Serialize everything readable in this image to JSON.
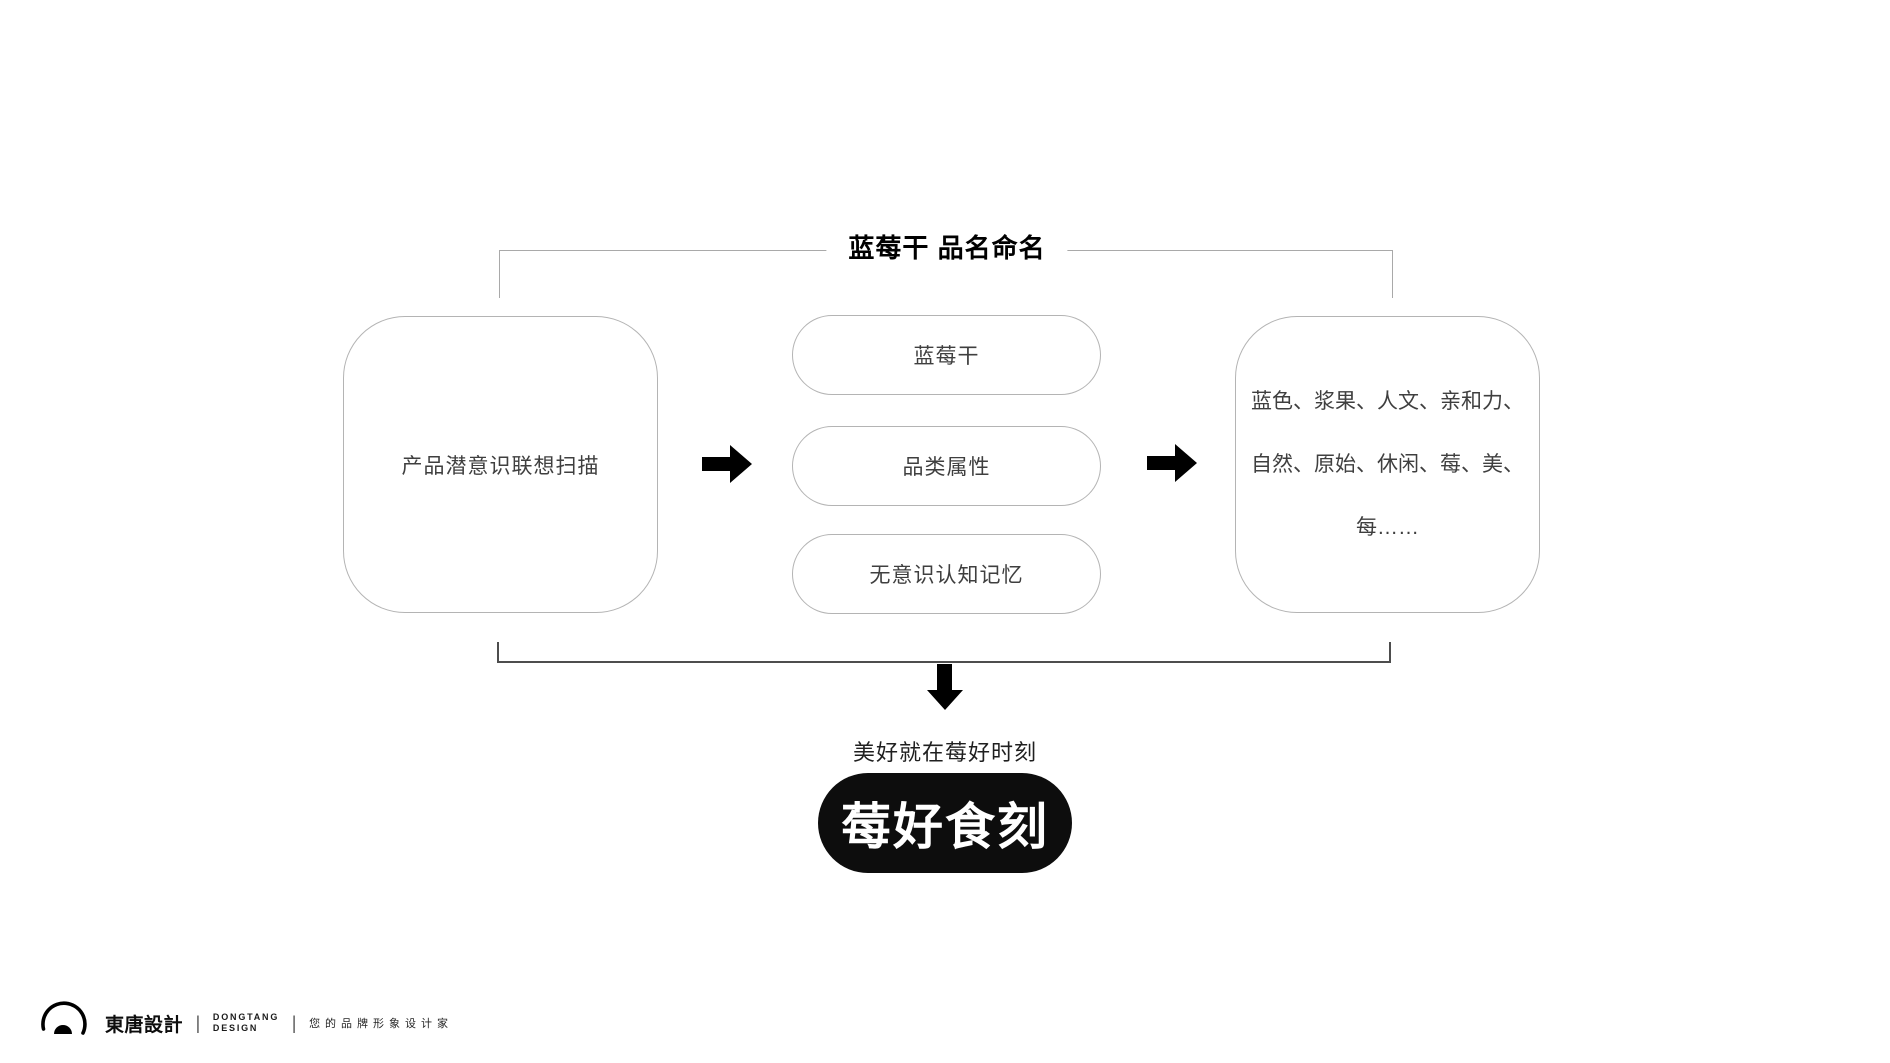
{
  "title": {
    "text": "蓝莓干 品名命名"
  },
  "flow": {
    "left_box": {
      "label": "产品潜意识联想扫描"
    },
    "middle_boxes": [
      {
        "label": "蓝莓干"
      },
      {
        "label": "品类属性"
      },
      {
        "label": "无意识认知记忆"
      }
    ],
    "right_box": {
      "lines": [
        "蓝色、浆果、人文、亲和力、",
        "自然、原始、休闲、莓、美、",
        "每……"
      ]
    }
  },
  "result": {
    "tagline": "美好就在莓好时刻",
    "brand_name": "莓好食刻"
  },
  "footer": {
    "logo_cn": "東唐設計",
    "logo_en_line1": "DONGTANG",
    "logo_en_line2": "DESIGN",
    "divider": "|",
    "slogan": "您的品牌形象设计家"
  },
  "colors": {
    "background": "#ffffff",
    "box_border": "#b4b4b4",
    "box_text": "#3f3f3f",
    "bracket_top": "#a9a9a9",
    "bracket_bottom": "#4d4d4d",
    "arrow": "#000000",
    "title_text": "#000000",
    "brand_pill_bg": "#0d0d0d",
    "brand_pill_text": "#ffffff"
  }
}
